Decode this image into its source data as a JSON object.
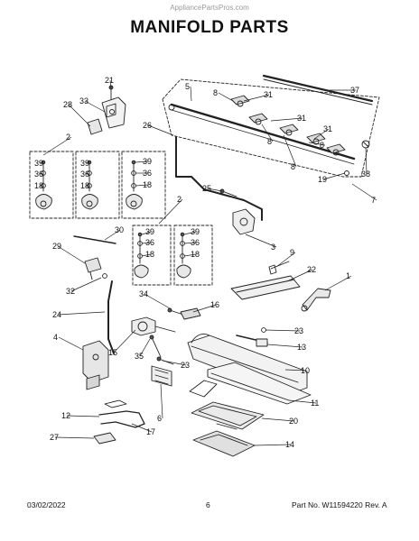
{
  "watermark": "AppliancePartsPros.com",
  "title": "MANIFOLD PARTS",
  "footer": {
    "date": "03/02/2022",
    "page": "6",
    "part_info": "Part No. W11594220  Rev. A"
  },
  "callouts": [
    {
      "id": "c-21",
      "label": "21"
    },
    {
      "id": "c-33",
      "label": "33"
    },
    {
      "id": "c-28",
      "label": "28"
    },
    {
      "id": "c-2a",
      "label": "2"
    },
    {
      "id": "c-39a",
      "label": "39"
    },
    {
      "id": "c-36a",
      "label": "36"
    },
    {
      "id": "c-18a",
      "label": "18"
    },
    {
      "id": "c-39b",
      "label": "39"
    },
    {
      "id": "c-36b",
      "label": "36"
    },
    {
      "id": "c-18b",
      "label": "18"
    },
    {
      "id": "c-39c",
      "label": "39"
    },
    {
      "id": "c-36c",
      "label": "36"
    },
    {
      "id": "c-18c",
      "label": "18"
    },
    {
      "id": "c-26",
      "label": "26"
    },
    {
      "id": "c-5",
      "label": "5"
    },
    {
      "id": "c-8a",
      "label": "8"
    },
    {
      "id": "c-31a",
      "label": "31"
    },
    {
      "id": "c-37",
      "label": "37"
    },
    {
      "id": "c-31b",
      "label": "31"
    },
    {
      "id": "c-8b",
      "label": "8"
    },
    {
      "id": "c-31c",
      "label": "31"
    },
    {
      "id": "c-8c",
      "label": "8"
    },
    {
      "id": "c-8d",
      "label": "8"
    },
    {
      "id": "c-38",
      "label": "38"
    },
    {
      "id": "c-19",
      "label": "19"
    },
    {
      "id": "c-7",
      "label": "7"
    },
    {
      "id": "c-25",
      "label": "25"
    },
    {
      "id": "c-2b",
      "label": "2"
    },
    {
      "id": "c-30",
      "label": "30"
    },
    {
      "id": "c-39d",
      "label": "39"
    },
    {
      "id": "c-36d",
      "label": "36"
    },
    {
      "id": "c-18d",
      "label": "18"
    },
    {
      "id": "c-39e",
      "label": "39"
    },
    {
      "id": "c-36e",
      "label": "36"
    },
    {
      "id": "c-18e",
      "label": "18"
    },
    {
      "id": "c-3",
      "label": "3"
    },
    {
      "id": "c-29",
      "label": "29"
    },
    {
      "id": "c-9",
      "label": "9"
    },
    {
      "id": "c-22",
      "label": "22"
    },
    {
      "id": "c-1",
      "label": "1"
    },
    {
      "id": "c-32",
      "label": "32"
    },
    {
      "id": "c-34",
      "label": "34"
    },
    {
      "id": "c-16",
      "label": "16"
    },
    {
      "id": "c-24",
      "label": "24"
    },
    {
      "id": "c-23a",
      "label": "23"
    },
    {
      "id": "c-13",
      "label": "13"
    },
    {
      "id": "c-4",
      "label": "4"
    },
    {
      "id": "c-15",
      "label": "15"
    },
    {
      "id": "c-35",
      "label": "35"
    },
    {
      "id": "c-23b",
      "label": "23"
    },
    {
      "id": "c-10",
      "label": "10"
    },
    {
      "id": "c-11",
      "label": "11"
    },
    {
      "id": "c-6",
      "label": "6"
    },
    {
      "id": "c-12",
      "label": "12"
    },
    {
      "id": "c-17",
      "label": "17"
    },
    {
      "id": "c-20",
      "label": "20"
    },
    {
      "id": "c-27",
      "label": "27"
    },
    {
      "id": "c-14",
      "label": "14"
    }
  ]
}
